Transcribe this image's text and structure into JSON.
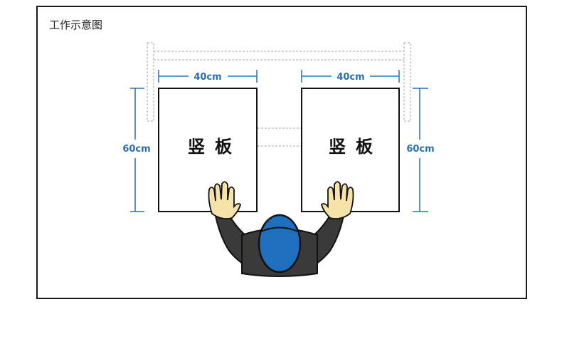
{
  "title": "工作示意图",
  "boards": {
    "left_label": "竖板",
    "right_label": "竖板"
  },
  "dimensions": {
    "left_width": "40cm",
    "right_width": "40cm",
    "left_height": "60cm",
    "right_height": "60cm"
  },
  "colors": {
    "dimension": "#2a6fb0",
    "body": "#3a3a3a",
    "head": "#1f6fbf",
    "skin": "#f6e3a8",
    "frame_outline": "#b8b8b8"
  }
}
